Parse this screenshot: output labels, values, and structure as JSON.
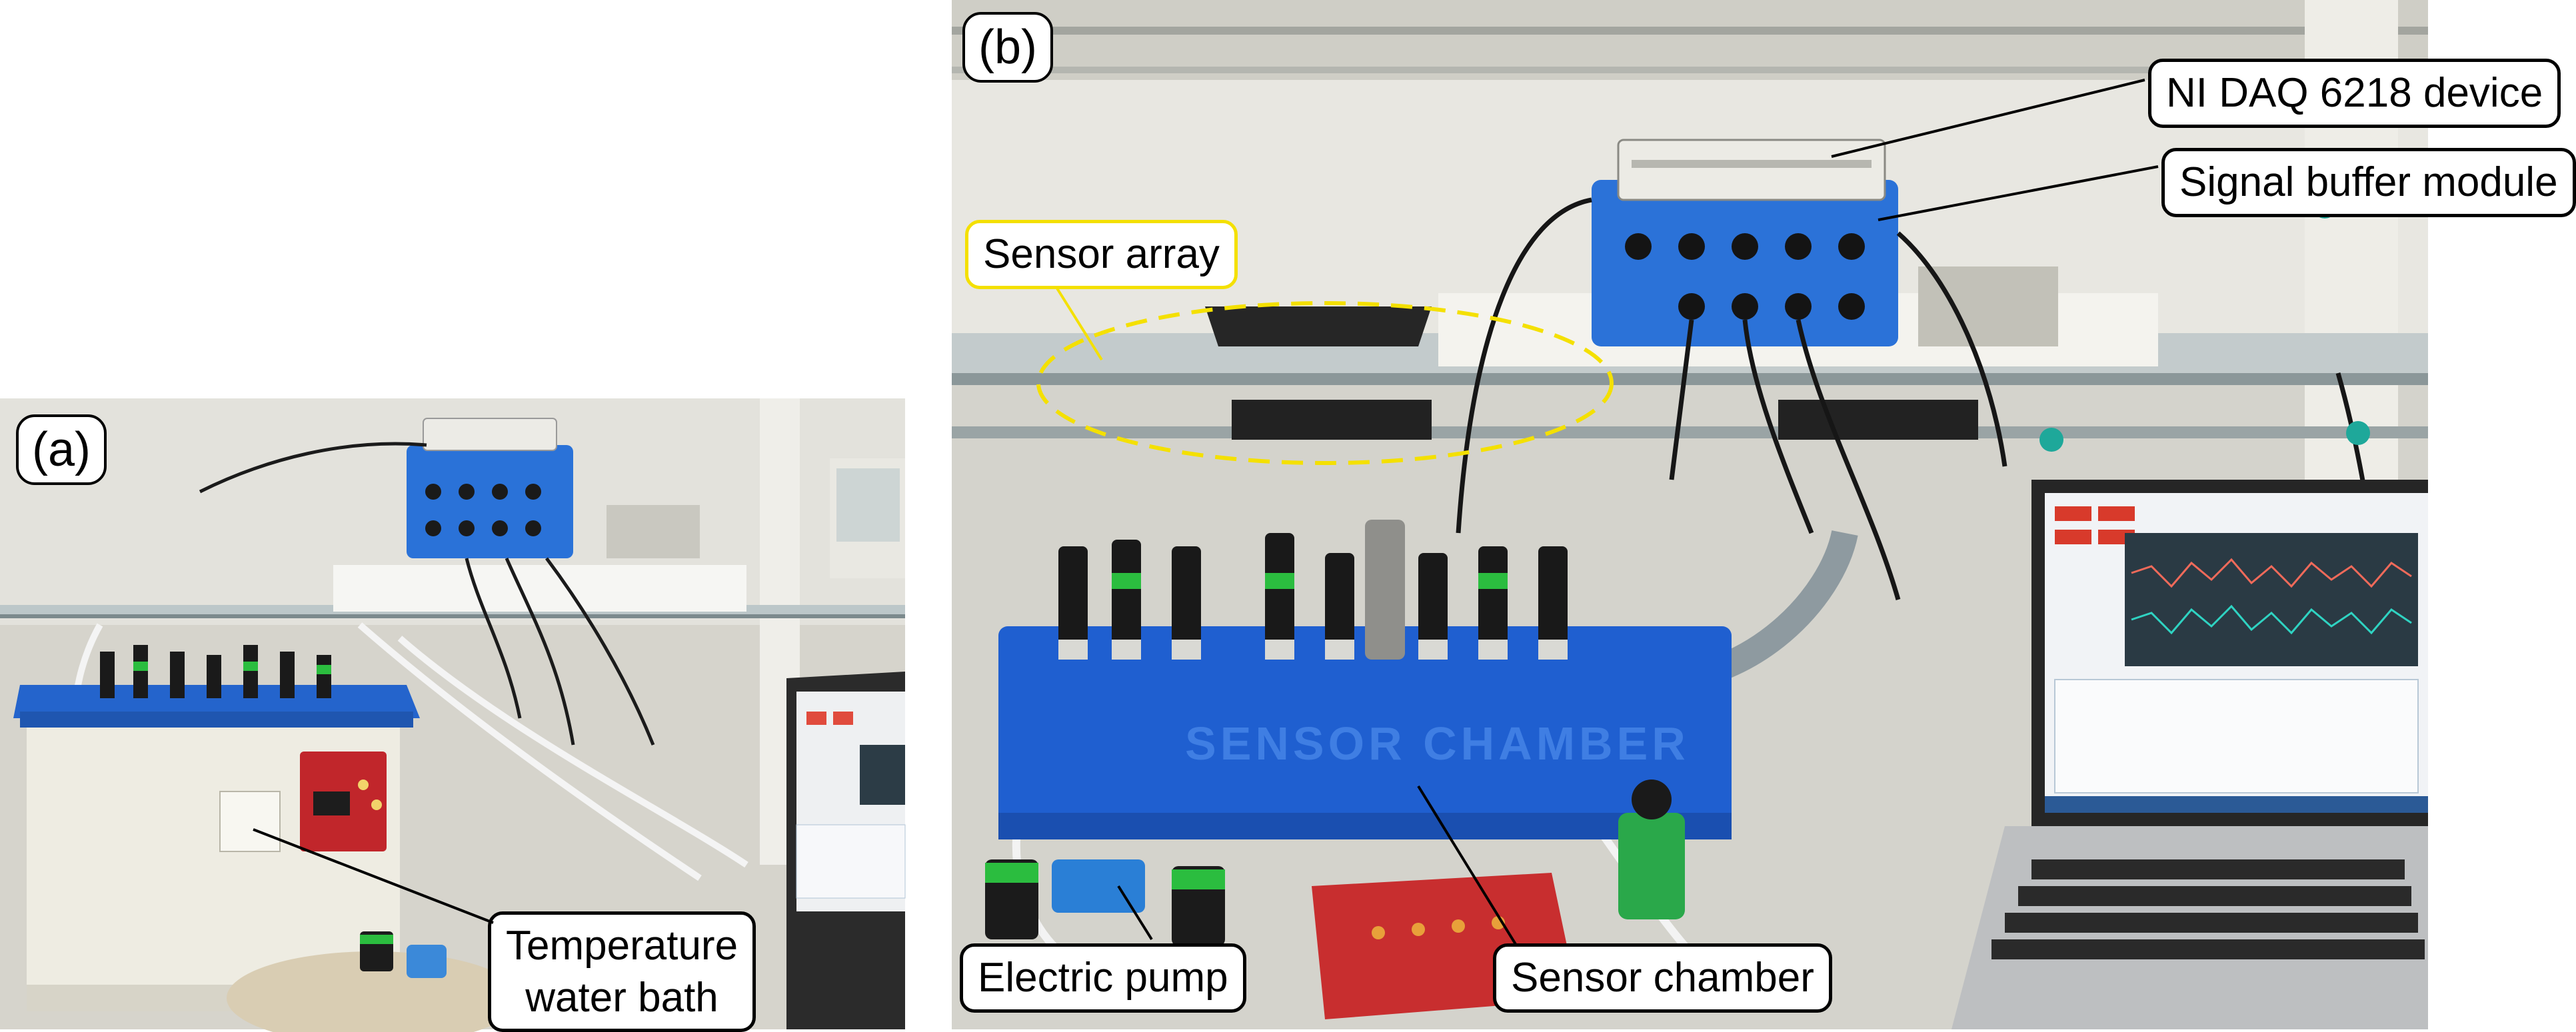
{
  "panels": {
    "a": {
      "letter": "(a)",
      "labels": {
        "water_bath": [
          "Temperature",
          "water bath"
        ]
      }
    },
    "b": {
      "letter": "(b)",
      "labels": {
        "daq": "NI DAQ 6218 device",
        "buffer": "Signal buffer module",
        "array": "Sensor array",
        "pump": "Electric pump",
        "chamber": "Sensor chamber"
      }
    }
  },
  "colors": {
    "chamber_blue": "#1f5fd0",
    "callout_highlight": "#f4e000",
    "leader_line": "#000000"
  }
}
